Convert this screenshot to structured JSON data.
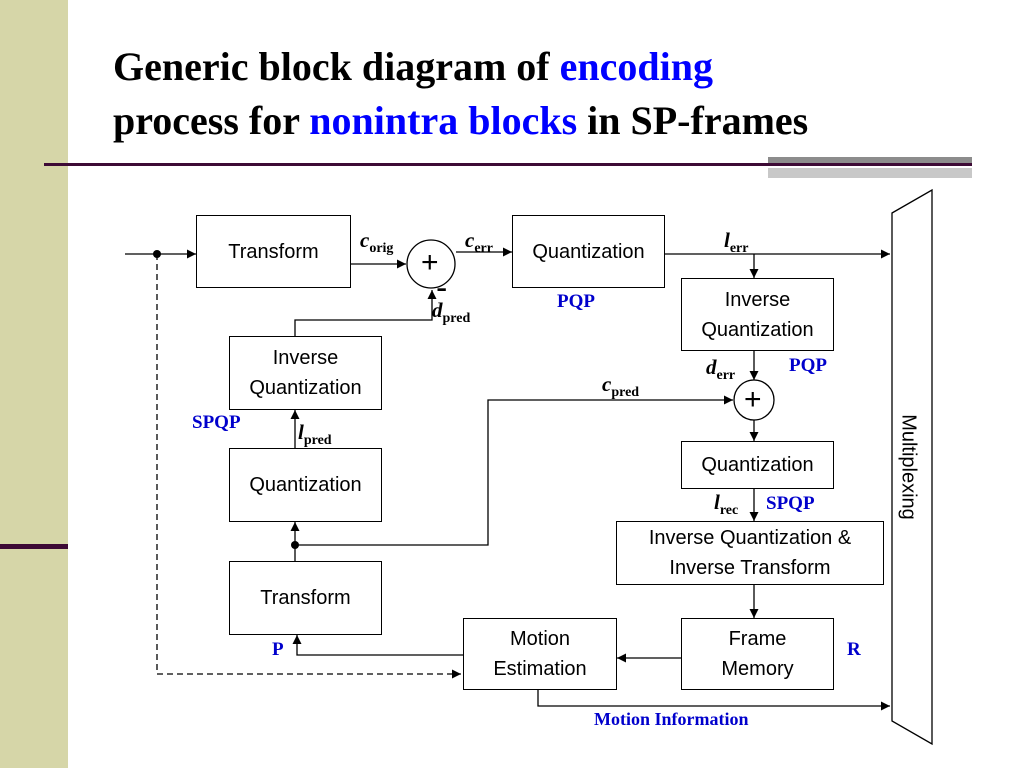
{
  "slide": {
    "title_part1": "Generic block diagram of ",
    "title_hl1": "encoding",
    "title_part2": "process for ",
    "title_hl2": "nonintra blocks",
    "title_part3": " in SP-frames",
    "accent_color": "#0000ff",
    "sidebar_color": "#d6d6a8",
    "rule_color": "#3d0a35"
  },
  "blocks": {
    "transform_top": "Transform",
    "quantization_top": "Quantization",
    "inverse_quant_right_1": "Inverse",
    "inverse_quant_right_2": "Quantization",
    "inverse_quant_left_1": "Inverse",
    "inverse_quant_left_2": "Quantization",
    "quantization_left": "Quantization",
    "quantization_right": "Quantization",
    "inv_quant_transform_1": "Inverse Quantization &",
    "inv_quant_transform_2": "Inverse Transform",
    "transform_bottom": "Transform",
    "motion_estimation_1": "Motion",
    "motion_estimation_2": "Estimation",
    "frame_memory_1": "Frame",
    "frame_memory_2": "Memory",
    "multiplexing": "Multiplexing"
  },
  "adders": {
    "top_sign": "+",
    "top_minus": "-",
    "right_sign": "+"
  },
  "signals": {
    "c_orig_var": "c",
    "c_orig_sub": "orig",
    "c_err_var": "c",
    "c_err_sub": "err",
    "l_err_var": "l",
    "l_err_sub": "err",
    "d_pred_var": "d",
    "d_pred_sub": "pred",
    "d_err_var": "d",
    "d_err_sub": "err",
    "c_pred_var": "c",
    "c_pred_sub": "pred",
    "l_pred_var": "l",
    "l_pred_sub": "pred",
    "l_rec_var": "l",
    "l_rec_sub": "rec"
  },
  "params": {
    "pqp_top": "PQP",
    "pqp_right": "PQP",
    "spqp_left": "SPQP",
    "spqp_right": "SPQP",
    "p_label": "P",
    "r_label": "R",
    "motion_information": "Motion Information"
  }
}
